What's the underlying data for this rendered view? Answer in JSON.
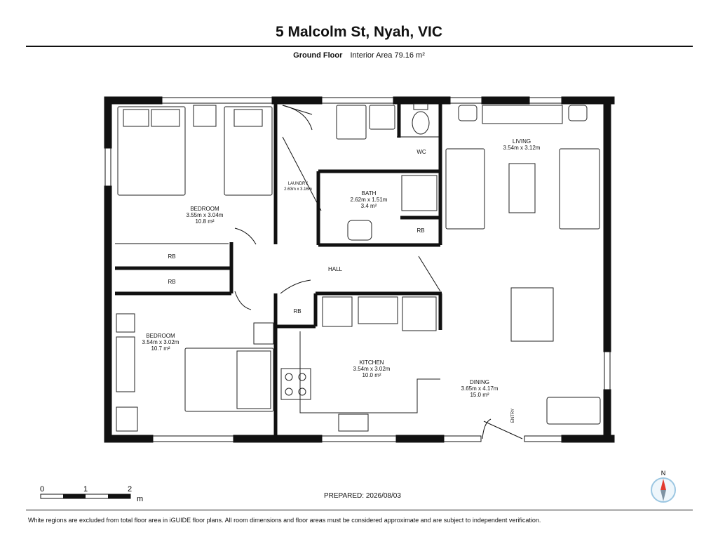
{
  "header": {
    "title": "5 Malcolm St, Nyah, VIC",
    "floor_name": "Ground Floor",
    "area_label": "Interior Area 79.16 m²"
  },
  "rooms": {
    "bedroom1": {
      "name": "BEDROOM",
      "dims": "3.55m x 3.04m",
      "area": "10.8 m²"
    },
    "bedroom2": {
      "name": "BEDROOM",
      "dims": "3.54m x 3.02m",
      "area": "10.7 m²"
    },
    "laundry": {
      "name": "LAUNDRY",
      "dims": "2.63m x 3.16m"
    },
    "bath": {
      "name": "BATH",
      "dims": "2.62m x 1.51m",
      "area": "3.4 m²"
    },
    "wc": {
      "name": "WC"
    },
    "living": {
      "name": "LIVING",
      "dims": "3.54m x 3.12m"
    },
    "hall": {
      "name": "HALL"
    },
    "kitchen": {
      "name": "KITCHEN",
      "dims": "3.54m x 3.02m",
      "area": "10.0 m²"
    },
    "dining": {
      "name": "DINING",
      "dims": "3.65m x 4.17m",
      "area": "15.0 m²"
    },
    "rb": "RB",
    "entry": "ENTRY"
  },
  "scale_bar": {
    "ticks": [
      "0",
      "1",
      "2"
    ],
    "unit": "m"
  },
  "compass": {
    "north": "N"
  },
  "footer": {
    "prepared": "PREPARED: 2026/08/03",
    "disclaimer": "White regions are excluded from total floor area in iGUIDE floor plans. All room dimensions and floor areas must be considered approximate and are subject to independent verification."
  }
}
